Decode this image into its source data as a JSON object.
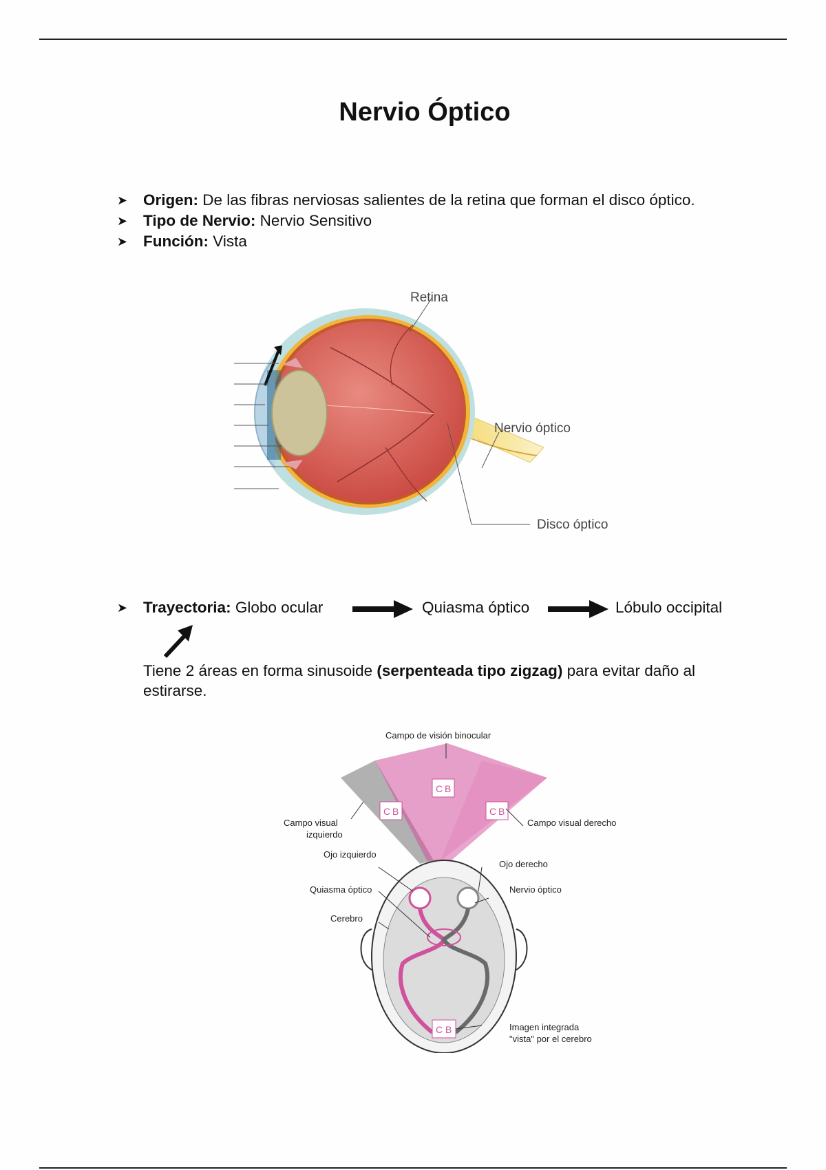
{
  "title": "Nervio Óptico",
  "bullets": [
    {
      "label": "Origen:",
      "text": " De las fibras nerviosas salientes de la retina que forman el disco óptico."
    },
    {
      "label": "Tipo de Nervio:",
      "text": " Nervio Sensitivo"
    },
    {
      "label": "Función:",
      "text": " Vista"
    }
  ],
  "eye_figure": {
    "labels": {
      "retina": "Retina",
      "optic_nerve": "Nervio óptico",
      "optic_disc": "Disco óptico"
    }
  },
  "trajectory": {
    "label": "Trayectoria:",
    "steps": [
      "Globo ocular",
      "Quiasma óptico",
      "Lóbulo occipital"
    ]
  },
  "note": {
    "part1": "Tiene 2 áreas en forma sinusoide ",
    "bold": "(serpenteada tipo zigzag)",
    "part2": " para evitar daño al estirarse."
  },
  "brain_figure": {
    "labels": {
      "binocular": "Campo de visión binocular",
      "left_field_1": "Campo visual",
      "left_field_2": "izquierdo",
      "right_field": "Campo visual derecho",
      "left_eye": "Ojo izquierdo",
      "right_eye": "Ojo derecho",
      "chiasm": "Quiasma óptico",
      "optic_nerve": "Nervio óptico",
      "brain": "Cerebro",
      "integrated_1": "Imagen integrada",
      "integrated_2": "\"vista\" por el cerebro"
    },
    "cube_letters": [
      "C",
      "B"
    ]
  },
  "colors": {
    "pink": "#e48ec0",
    "magenta": "#d0519c",
    "grey": "#a9a9a9"
  }
}
